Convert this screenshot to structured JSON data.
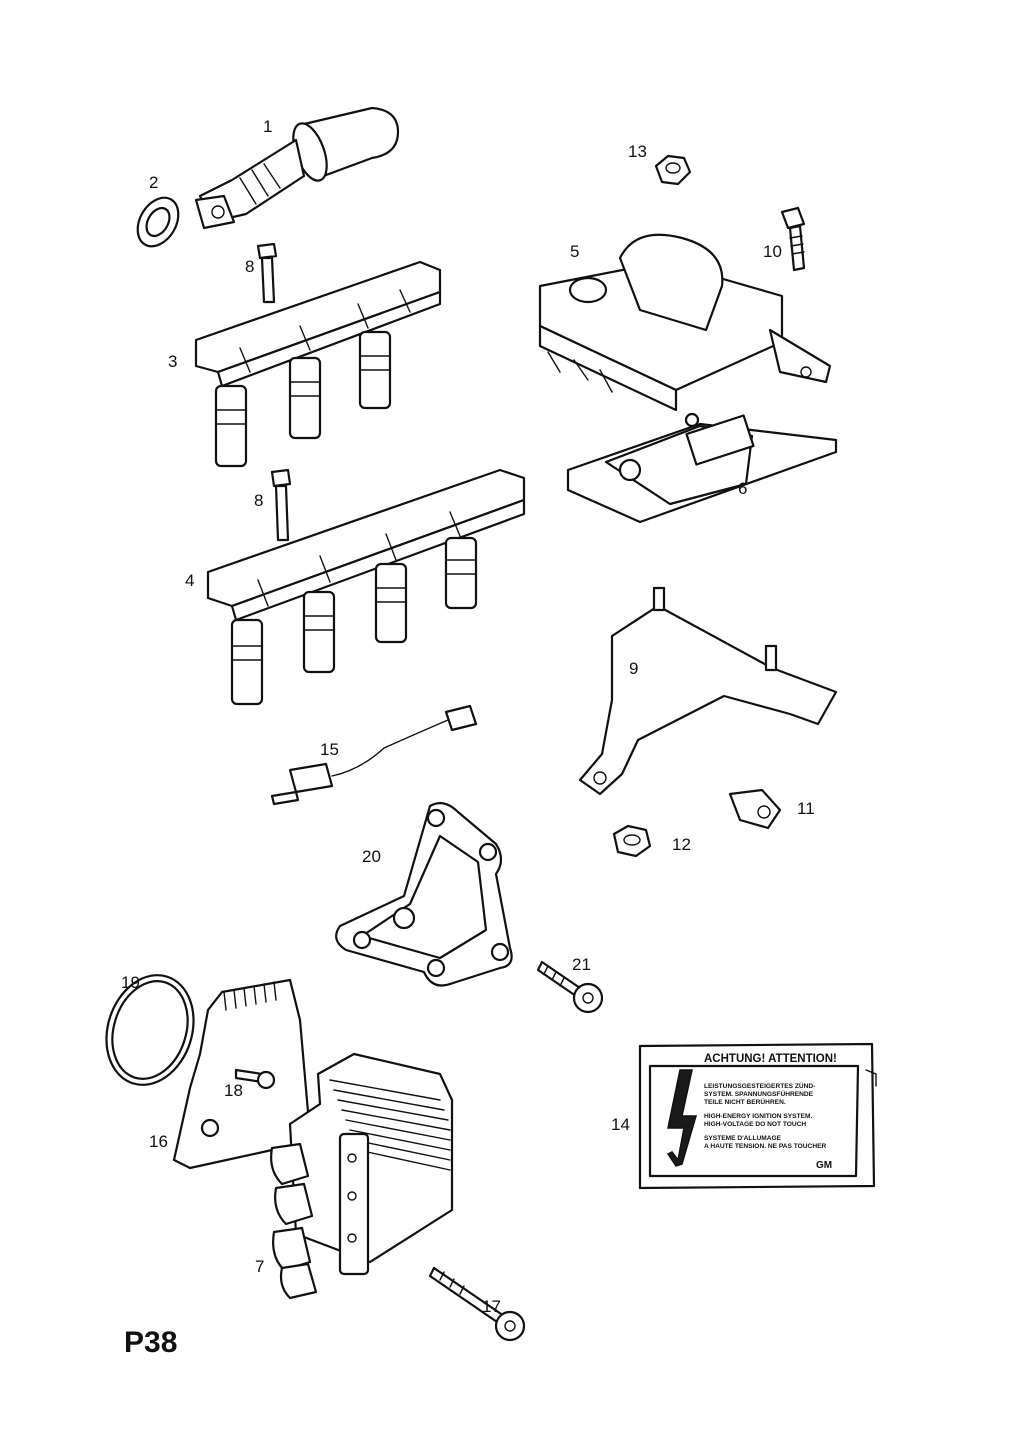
{
  "page_code": "P38",
  "callouts": [
    {
      "id": "1",
      "part": "ignition-distributor-sensor"
    },
    {
      "id": "2",
      "part": "seal-ring"
    },
    {
      "id": "3",
      "part": "ignition-coil-module-3-cyl"
    },
    {
      "id": "4",
      "part": "ignition-coil-module-4-cyl"
    },
    {
      "id": "5",
      "part": "ignition-coil"
    },
    {
      "id": "6",
      "part": "ignition-module"
    },
    {
      "id": "7",
      "part": "dis-ignition-coil"
    },
    {
      "id": "8",
      "part": "bolt"
    },
    {
      "id": "9",
      "part": "bracket"
    },
    {
      "id": "10",
      "part": "bolt"
    },
    {
      "id": "11",
      "part": "clip"
    },
    {
      "id": "12",
      "part": "nut"
    },
    {
      "id": "13",
      "part": "nut"
    },
    {
      "id": "14",
      "part": "warning-label"
    },
    {
      "id": "15",
      "part": "cable"
    },
    {
      "id": "16",
      "part": "mounting-plate"
    },
    {
      "id": "17",
      "part": "bolt"
    },
    {
      "id": "18",
      "part": "bolt"
    },
    {
      "id": "19",
      "part": "seal-ring"
    },
    {
      "id": "20",
      "part": "bracket"
    },
    {
      "id": "21",
      "part": "bolt"
    }
  ],
  "label14": {
    "title": "ACHTUNG! ATTENTION!",
    "lines": [
      "LEISTUNGSGESTEIGERTES ZÜND-",
      "SYSTEM. SPANNUNGSFÜHRENDE",
      "TEILE NICHT BERÜHREN.",
      "HIGH-ENERGY IGNITION SYSTEM.",
      "HIGH-VOLTAGE DO NOT TOUCH",
      "SYSTEME D'ALLUMAGE",
      "A HAUTE TENSION. NE PAS TOUCHER"
    ],
    "brand": "GM",
    "icon": "lightning-bolt-icon"
  }
}
